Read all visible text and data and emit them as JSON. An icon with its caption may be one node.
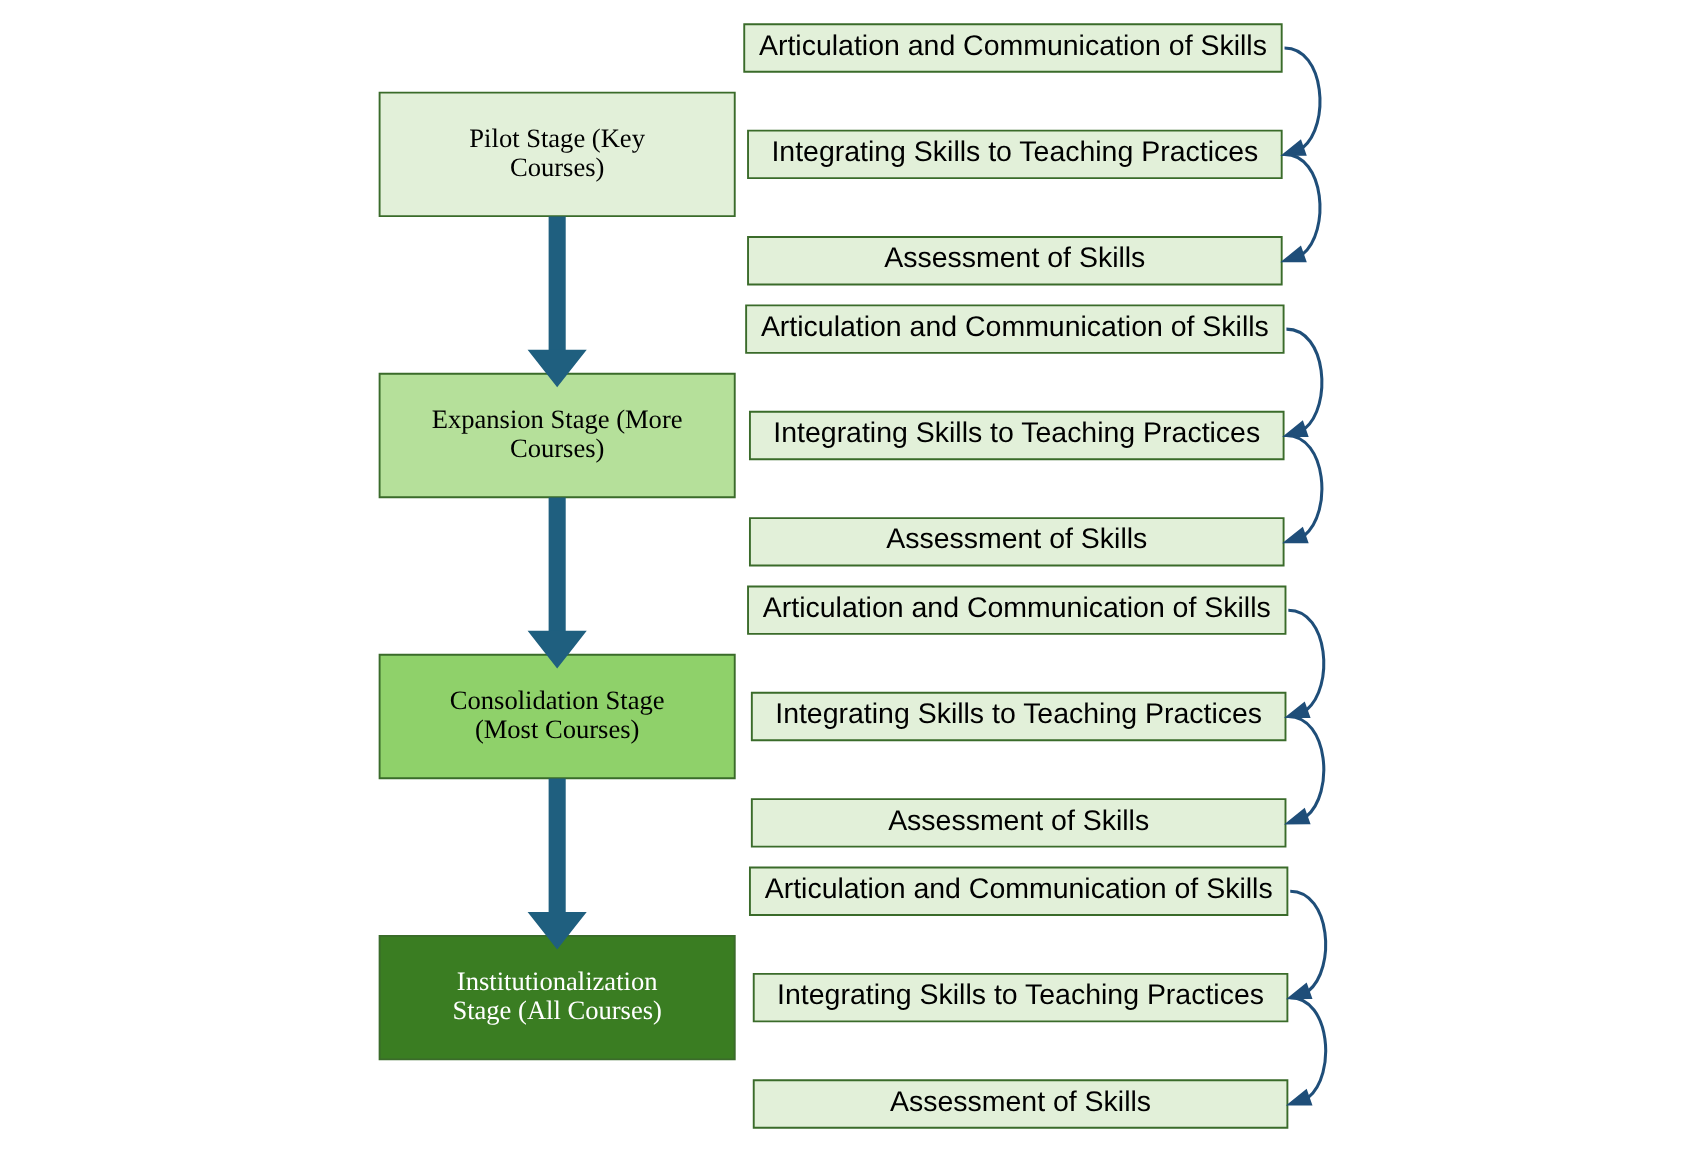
{
  "diagram": {
    "nodes": [
      {
        "text": [
          "Pilot Stage (Key Courses)"
        ]
      },
      {
        "text": [
          "Articulation and Communication of Skills"
        ]
      },
      {
        "text": [
          "Integrating Skills to Teaching Practices"
        ]
      },
      {
        "text": [
          "Assessment of Skills"
        ]
      },
      {
        "text": [
          "Expansion Stage (More Courses)"
        ]
      },
      {
        "text": [
          "Articulation and Communication of Skills"
        ]
      },
      {
        "text": [
          "Integrating Skills to Teaching Practices"
        ]
      },
      {
        "text": [
          "Assessment of Skills"
        ]
      },
      {
        "text": [
          "Consolidation Stage (Most Courses)"
        ]
      },
      {
        "text": [
          "Articulation and Communication of Skills"
        ]
      },
      {
        "text": [
          "Integrating Skills to Teaching Practices"
        ]
      },
      {
        "text": [
          "Assessment of Skills"
        ]
      },
      {
        "text": [
          "Institutionalization Stage (All Courses)"
        ]
      },
      {
        "text": [
          "Articulation and Communication of Skills"
        ]
      },
      {
        "text": [
          "Integrating Skills to Teaching Practices"
        ]
      },
      {
        "text": [
          "Assessment of Skills"
        ]
      }
    ],
    "edges": [
      {
        "from": 1,
        "to": 2,
        "arrow": "to"
      },
      {
        "from": 2,
        "to": 3,
        "arrow": "to"
      },
      {
        "from": 0,
        "to": 4,
        "arrow": "to",
        "style": "thick",
        "color": "#1f5f7f"
      },
      {
        "from": 5,
        "to": 6,
        "arrow": "to"
      },
      {
        "from": 6,
        "to": 7,
        "arrow": "to"
      },
      {
        "from": 4,
        "to": 8,
        "arrow": "to",
        "style": "thick",
        "color": "#1f5f7f"
      },
      {
        "from": 9,
        "to": 10,
        "arrow": "to"
      },
      {
        "from": 10,
        "to": 11,
        "arrow": "to"
      },
      {
        "from": 8,
        "to": 12,
        "arrow": "to",
        "style": "thick",
        "color": "#1f5f7f"
      },
      {
        "from": 13,
        "to": 14,
        "arrow": "to"
      },
      {
        "from": 14,
        "to": 15,
        "arrow": "to"
      }
    ]
  }
}
